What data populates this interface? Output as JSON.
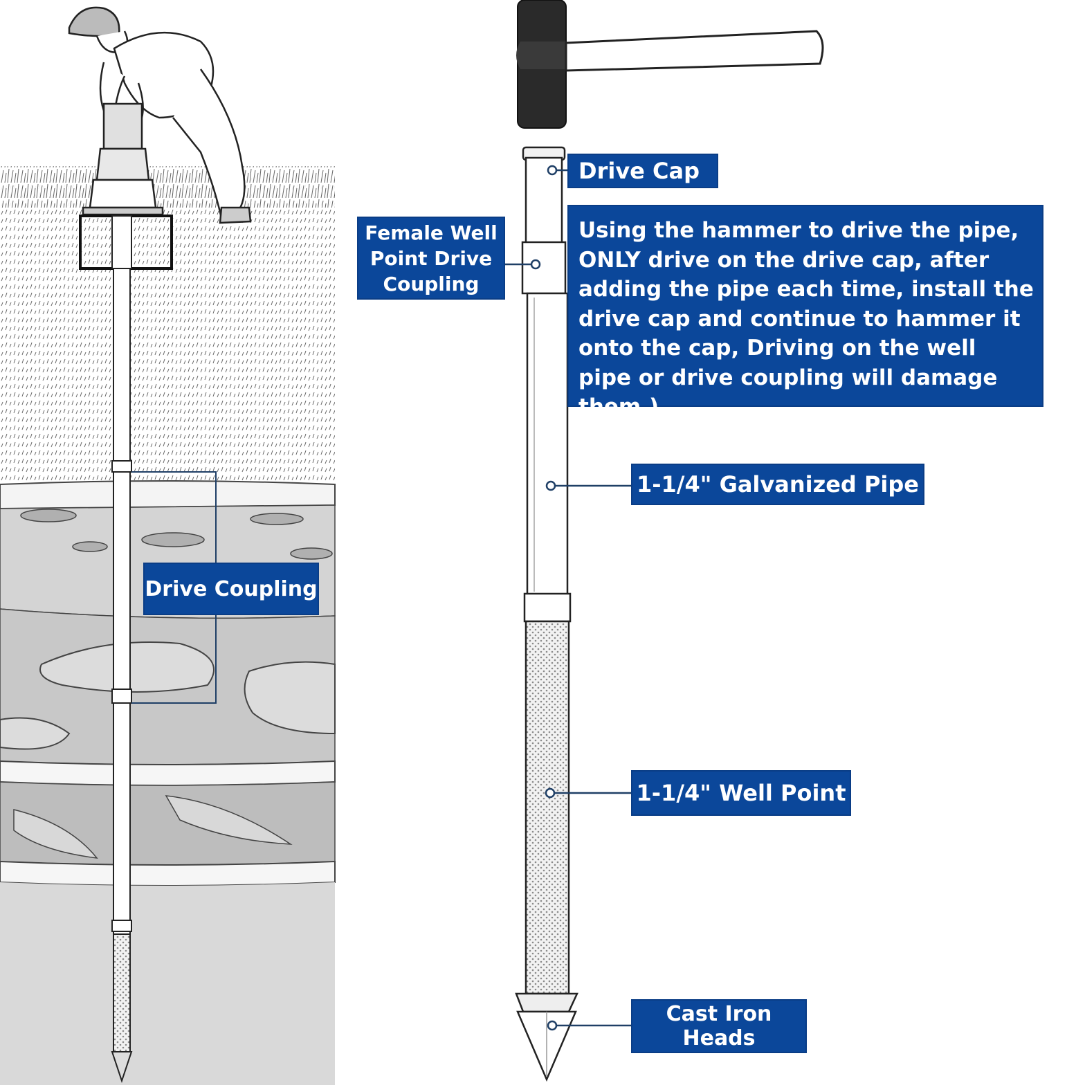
{
  "labels": {
    "drive_cap": "Drive Cap",
    "female_coupling": [
      "Female Well",
      "Point Drive",
      "Coupling"
    ],
    "note": "Using the hammer to drive the pipe, ONLY drive on the drive cap, after adding the pipe each time, install the drive cap and continue to hammer it onto the cap, Driving on the well pipe or drive coupling will damage them.)",
    "galvanized_pipe": "1-1/4\" Galvanized Pipe",
    "well_point": "1-1/4\" Well Point",
    "cast_iron_heads": "Cast Iron Heads",
    "drive_coupling": "Drive Coupling"
  },
  "colors": {
    "label_bg": "#0b479a",
    "label_text": "#ffffff",
    "leader_line": "#1f3f66",
    "ground_gray": "#d2d2d2",
    "ink": "#222222"
  },
  "icons": {
    "hammer": "sledgehammer-icon",
    "worker": "worker-illustration"
  }
}
